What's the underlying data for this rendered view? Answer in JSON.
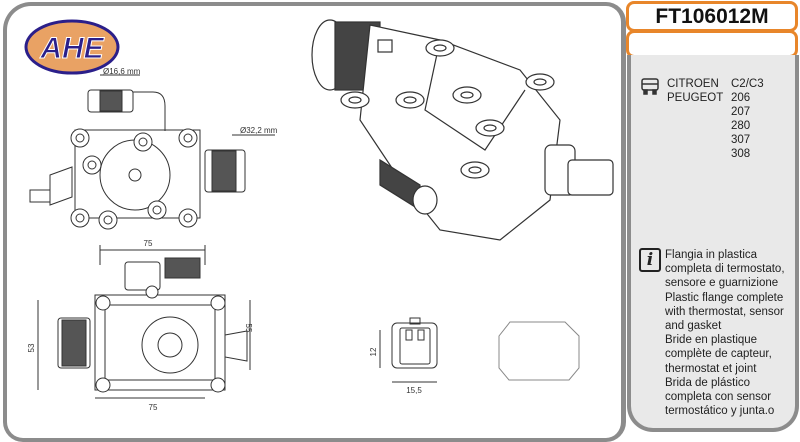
{
  "brand": {
    "logo_text": "AHE",
    "colors": {
      "orange": "#e8862a",
      "navy": "#2b1f8a"
    }
  },
  "product": {
    "code": "FT106012M",
    "subtitle": ""
  },
  "drawing_labels": {
    "small_pipe_diameter": "Ø16,6 mm",
    "large_pipe_diameter": "Ø32,2 mm",
    "top_width": "75",
    "left_height": "53",
    "right_height": "55",
    "bottom_width": "75",
    "connector_height": "12",
    "connector_width": "15,5"
  },
  "applications": [
    {
      "make": "CITROEN",
      "model": "C2/C3"
    },
    {
      "make": "PEUGEOT",
      "model": "206"
    },
    {
      "make": "",
      "model": "207"
    },
    {
      "make": "",
      "model": "280"
    },
    {
      "make": "",
      "model": "307"
    },
    {
      "make": "",
      "model": "308"
    }
  ],
  "description": [
    "Flangia in plastica completa di termostato, sensore e guarnizione",
    "Plastic flange complete with thermostat, sensor and gasket",
    "Bride en plastique complète de capteur, thermostat et joint",
    "Brida de plástico completa con sensor termostático y junta.o"
  ]
}
